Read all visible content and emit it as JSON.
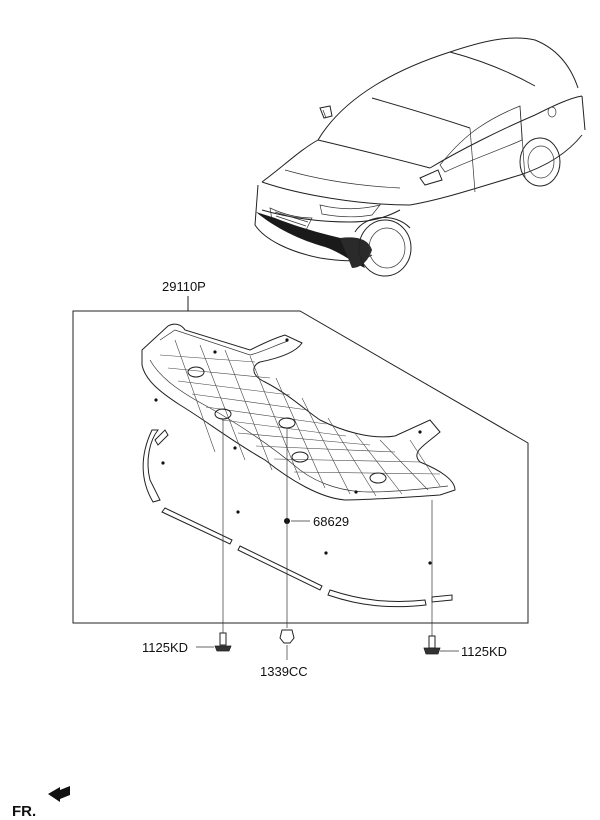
{
  "labels": {
    "assembly": "29110P",
    "clip": "68629",
    "bolt_left": "1125KD",
    "bolt_right": "1125KD",
    "nut": "1339CC",
    "front_indicator": "FR."
  }
}
